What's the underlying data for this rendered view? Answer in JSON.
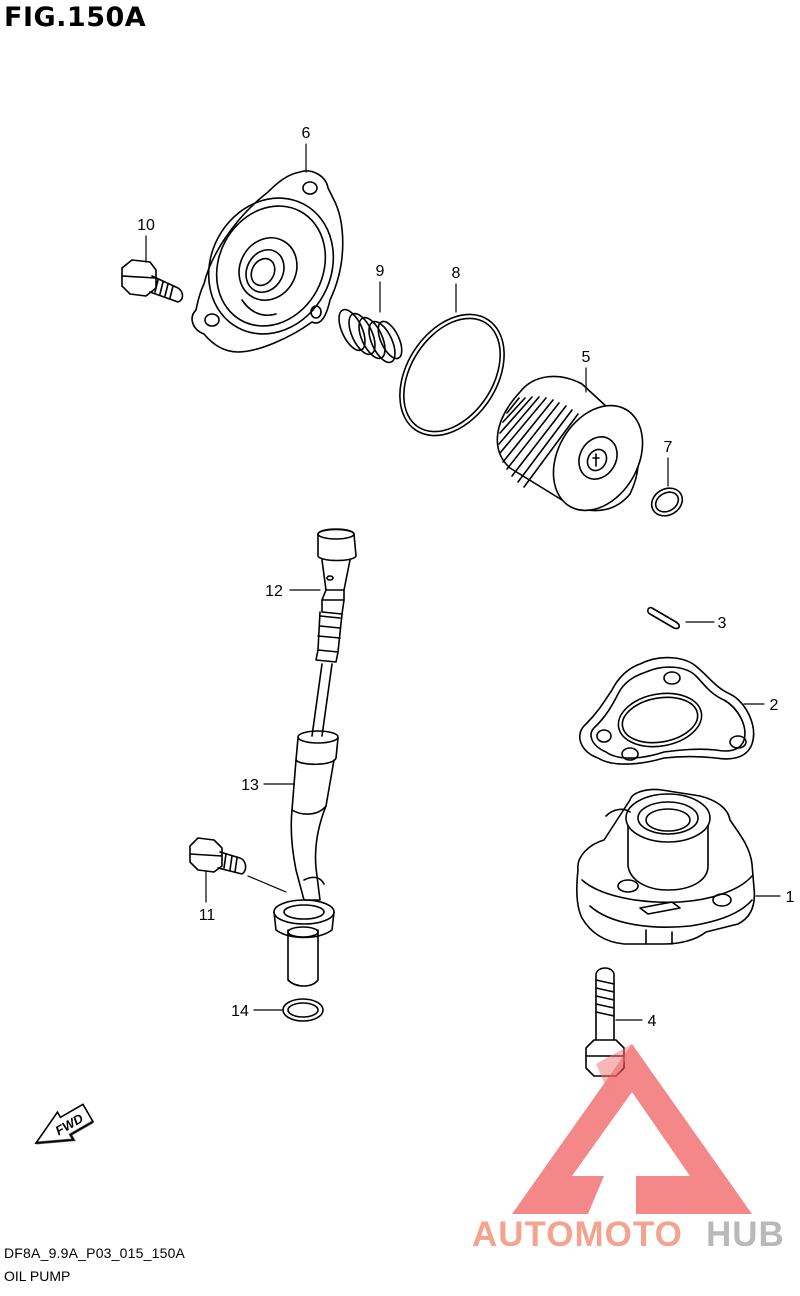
{
  "figure": {
    "title": "FIG.150A",
    "code": "DF8A_9.9A_P03_015_150A",
    "name": "OIL PUMP"
  },
  "callouts": {
    "c1": "1",
    "c2": "2",
    "c3": "3",
    "c4": "4",
    "c5": "5",
    "c6": "6",
    "c7": "7",
    "c8": "8",
    "c9": "9",
    "c10": "10",
    "c11": "11",
    "c12": "12",
    "c13": "13",
    "c14": "14"
  },
  "direction_badge": "FWD",
  "watermark": {
    "text_a": "AUTOMOTO",
    "text_b": "HUB",
    "color_a": "#f4a38e",
    "color_b": "#b9b9b9",
    "logo_color": "#ee4545"
  }
}
